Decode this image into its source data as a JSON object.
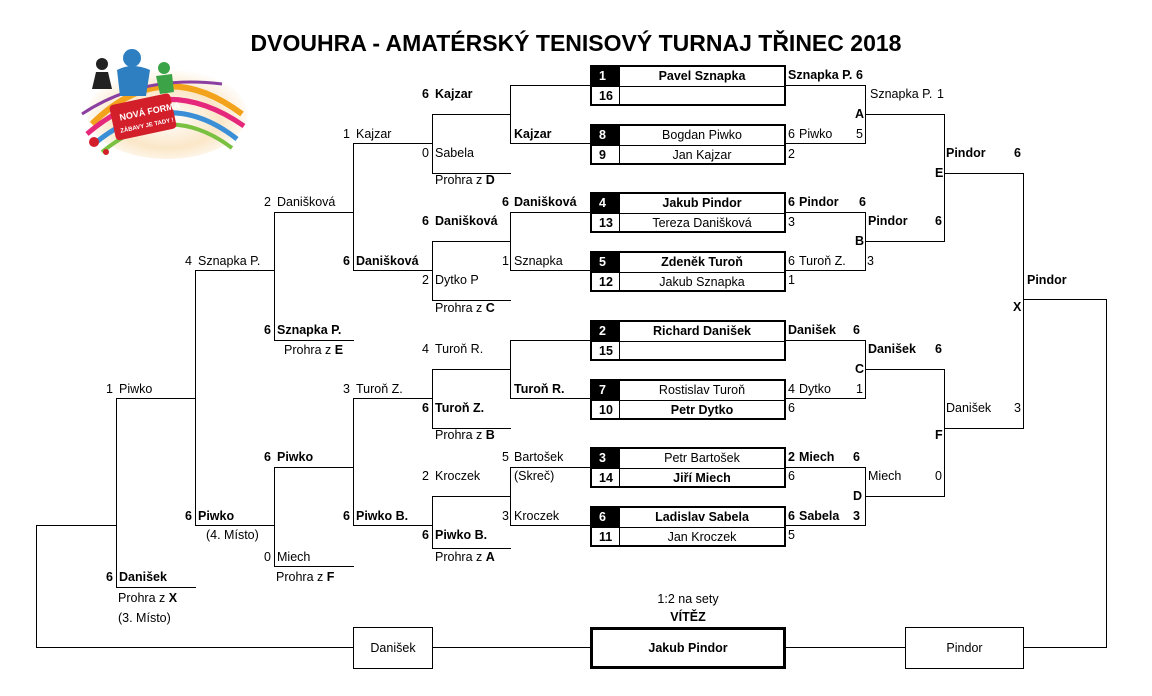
{
  "title": "DVOUHRA - AMATÉRSKÝ TENISOVÝ TURNAJ TŘINEC 2018",
  "logo": {
    "text_line1": "NOVÁ FORMA",
    "text_line2": "ZÁBAVY JE TADY !"
  },
  "first_round": [
    {
      "seed": "1",
      "name": "Pavel Sznapka",
      "bold": true
    },
    {
      "seed": "16",
      "name": ""
    },
    {
      "seed": "8",
      "name": "Bogdan Piwko"
    },
    {
      "seed": "9",
      "name": "Jan Kajzar"
    },
    {
      "seed": "4",
      "name": "Jakub Pindor",
      "bold": true
    },
    {
      "seed": "13",
      "name": "Tereza Danišková"
    },
    {
      "seed": "5",
      "name": "Zdeněk Turoň",
      "bold": true
    },
    {
      "seed": "12",
      "name": "Jakub Sznapka"
    },
    {
      "seed": "2",
      "name": "Richard Danišek",
      "bold": true
    },
    {
      "seed": "15",
      "name": ""
    },
    {
      "seed": "7",
      "name": "Rostislav Turoň"
    },
    {
      "seed": "10",
      "name": "Petr Dytko",
      "bold": true
    },
    {
      "seed": "3",
      "name": "Petr Bartošek"
    },
    {
      "seed": "14",
      "name": "Jiří Miech",
      "bold": true
    },
    {
      "seed": "6",
      "name": "Ladislav Sabela",
      "bold": true
    },
    {
      "seed": "11",
      "name": "Jan Kroczek"
    }
  ],
  "right": {
    "r1": [
      "Sznapka P.",
      "6",
      "Piwko",
      "5",
      "2",
      "Pindor",
      "6",
      "3",
      "Turoň Z.",
      "6",
      "1",
      "Danišek",
      "6",
      "Dytko",
      "4",
      "1",
      "6",
      "2",
      "Miech",
      "6",
      "6",
      "Sabela",
      "3",
      "5"
    ],
    "r2": [
      "Sznapka P.",
      "1",
      "Pindor",
      "6",
      "Danišek",
      "6",
      "Miech",
      "0"
    ],
    "r3": [
      "Pindor",
      "6",
      "Danišek",
      "3"
    ],
    "r4": [
      "Pindor"
    ],
    "letters": [
      "A",
      "B",
      "C",
      "D",
      "E",
      "F",
      "X"
    ]
  },
  "left": {
    "r1": [
      "6",
      "Kajzar",
      "Kajzar",
      "6",
      "Danišková",
      "Danišková",
      "1",
      "Sznapka",
      "4",
      "Turoň R.",
      "Turoň R.",
      "Bartošek",
      "5",
      "(Skreč)",
      "Kroczek",
      "3"
    ],
    "r2": [
      "1",
      "Kajzar",
      "0",
      "Sabela",
      "Prohra z",
      "D",
      "6",
      "Danišková",
      "2",
      "Dytko P",
      "Prohra z",
      "C",
      "6",
      "Turoň Z.",
      "Prohra z",
      "B",
      "2",
      "Kroczek",
      "6",
      "Piwko B.",
      "Prohra z",
      "A"
    ],
    "r3": [
      "2",
      "Danišková",
      "6",
      "Daníšková",
      "6",
      "Sznapka P.",
      "Prohra z",
      "E",
      "3",
      "Turoň Z.",
      "6",
      "Piwko",
      "6",
      "Piwko B.",
      "0",
      "Miech",
      "Prohra z",
      "F"
    ],
    "r4": [
      "4",
      "Sznapka P.",
      "6",
      "Piwko",
      "(4. Místo)"
    ],
    "r5": [
      "1",
      "Piwko",
      "6",
      "Danišek",
      "Prohra z",
      "X",
      "(3. Místo)"
    ]
  },
  "final": {
    "sets": "1:2 na sety",
    "winner_label": "VÍTĚZ",
    "left_name": "Danišek",
    "winner_name": "Jakub Pindor",
    "right_name": "Pindor"
  }
}
